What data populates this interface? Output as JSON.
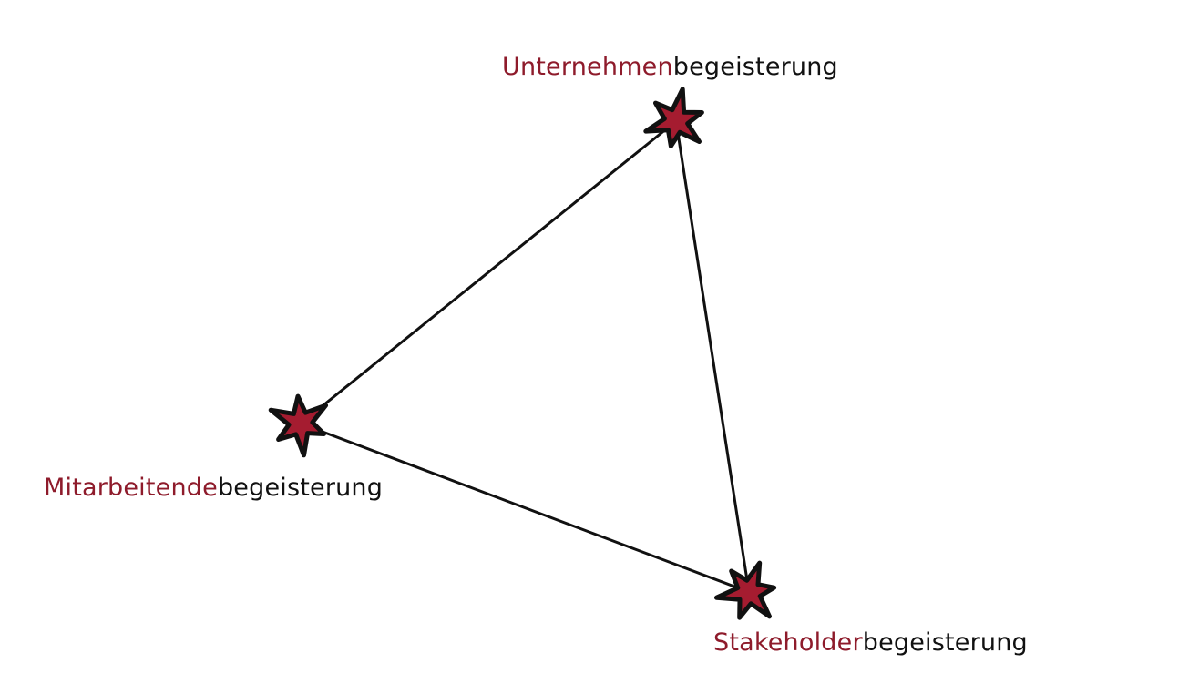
{
  "colors": {
    "accent": "#8e1b2b",
    "star_fill": "#a51c30",
    "line": "#111111"
  },
  "nodes": [
    {
      "id": "unternehmen",
      "prefix": "Unternehmen",
      "suffix": "begeisterung",
      "icon": "star-burst-icon"
    },
    {
      "id": "mitarbeitende",
      "prefix": "Mitarbeitende",
      "suffix": "begeisterung",
      "icon": "star-burst-icon"
    },
    {
      "id": "stakeholder",
      "prefix": "Stakeholder",
      "suffix": "begeisterung",
      "icon": "star-burst-icon"
    }
  ]
}
